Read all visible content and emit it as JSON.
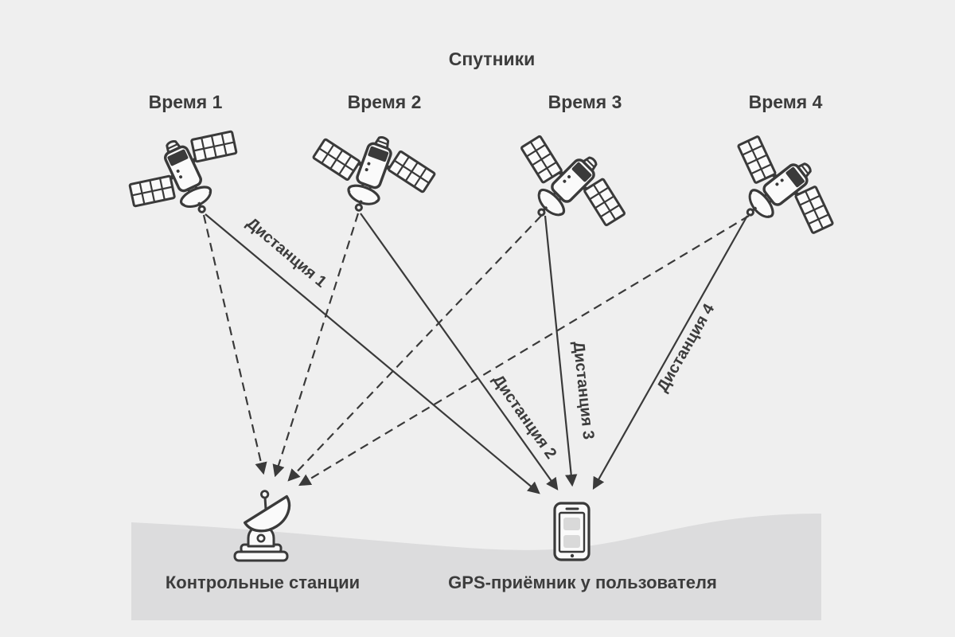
{
  "title": "Спутники",
  "satellites": [
    {
      "label": "Время 1"
    },
    {
      "label": "Время 2"
    },
    {
      "label": "Время 3"
    },
    {
      "label": "Время 4"
    }
  ],
  "distances": [
    {
      "label": "Дистанция 1"
    },
    {
      "label": "Дистанция 2"
    },
    {
      "label": "Дистанция 3"
    },
    {
      "label": "Дистанция 4"
    }
  ],
  "ground": {
    "control_station_label": "Контрольные станции",
    "receiver_label": "GPS-приёмник у пользователя"
  },
  "icons": {
    "satellite": "satellite-icon",
    "control_station": "ground-station-dish-icon",
    "receiver": "smartphone-icon"
  },
  "colors": {
    "background": "#efefef",
    "ground_band": "#dcdcdd",
    "stroke": "#3a3a3a",
    "text": "#3c3c3c",
    "icon_fill": "#fafafa",
    "screen_block": "#d9d9d9"
  }
}
